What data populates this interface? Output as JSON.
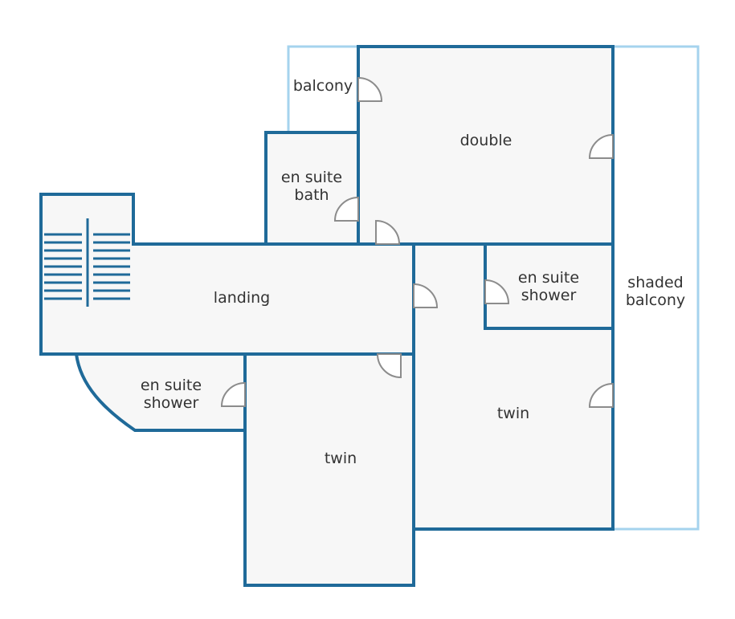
{
  "colors": {
    "wall": "#1F6A99",
    "balcony_outline": "#A5D3EE",
    "floor": "#F7F7F7",
    "door": "#8C8C8C",
    "text": "#333333"
  },
  "rooms": {
    "balcony": "balcony",
    "double": "double",
    "en_suite_bath": [
      "en suite",
      "bath"
    ],
    "landing": "landing",
    "en_suite_shower_right": [
      "en suite",
      "shower"
    ],
    "shaded_balcony": [
      "shaded",
      "balcony"
    ],
    "en_suite_shower_left": [
      "en suite",
      "shower"
    ],
    "twin_right": "twin",
    "twin_bottom": "twin"
  }
}
